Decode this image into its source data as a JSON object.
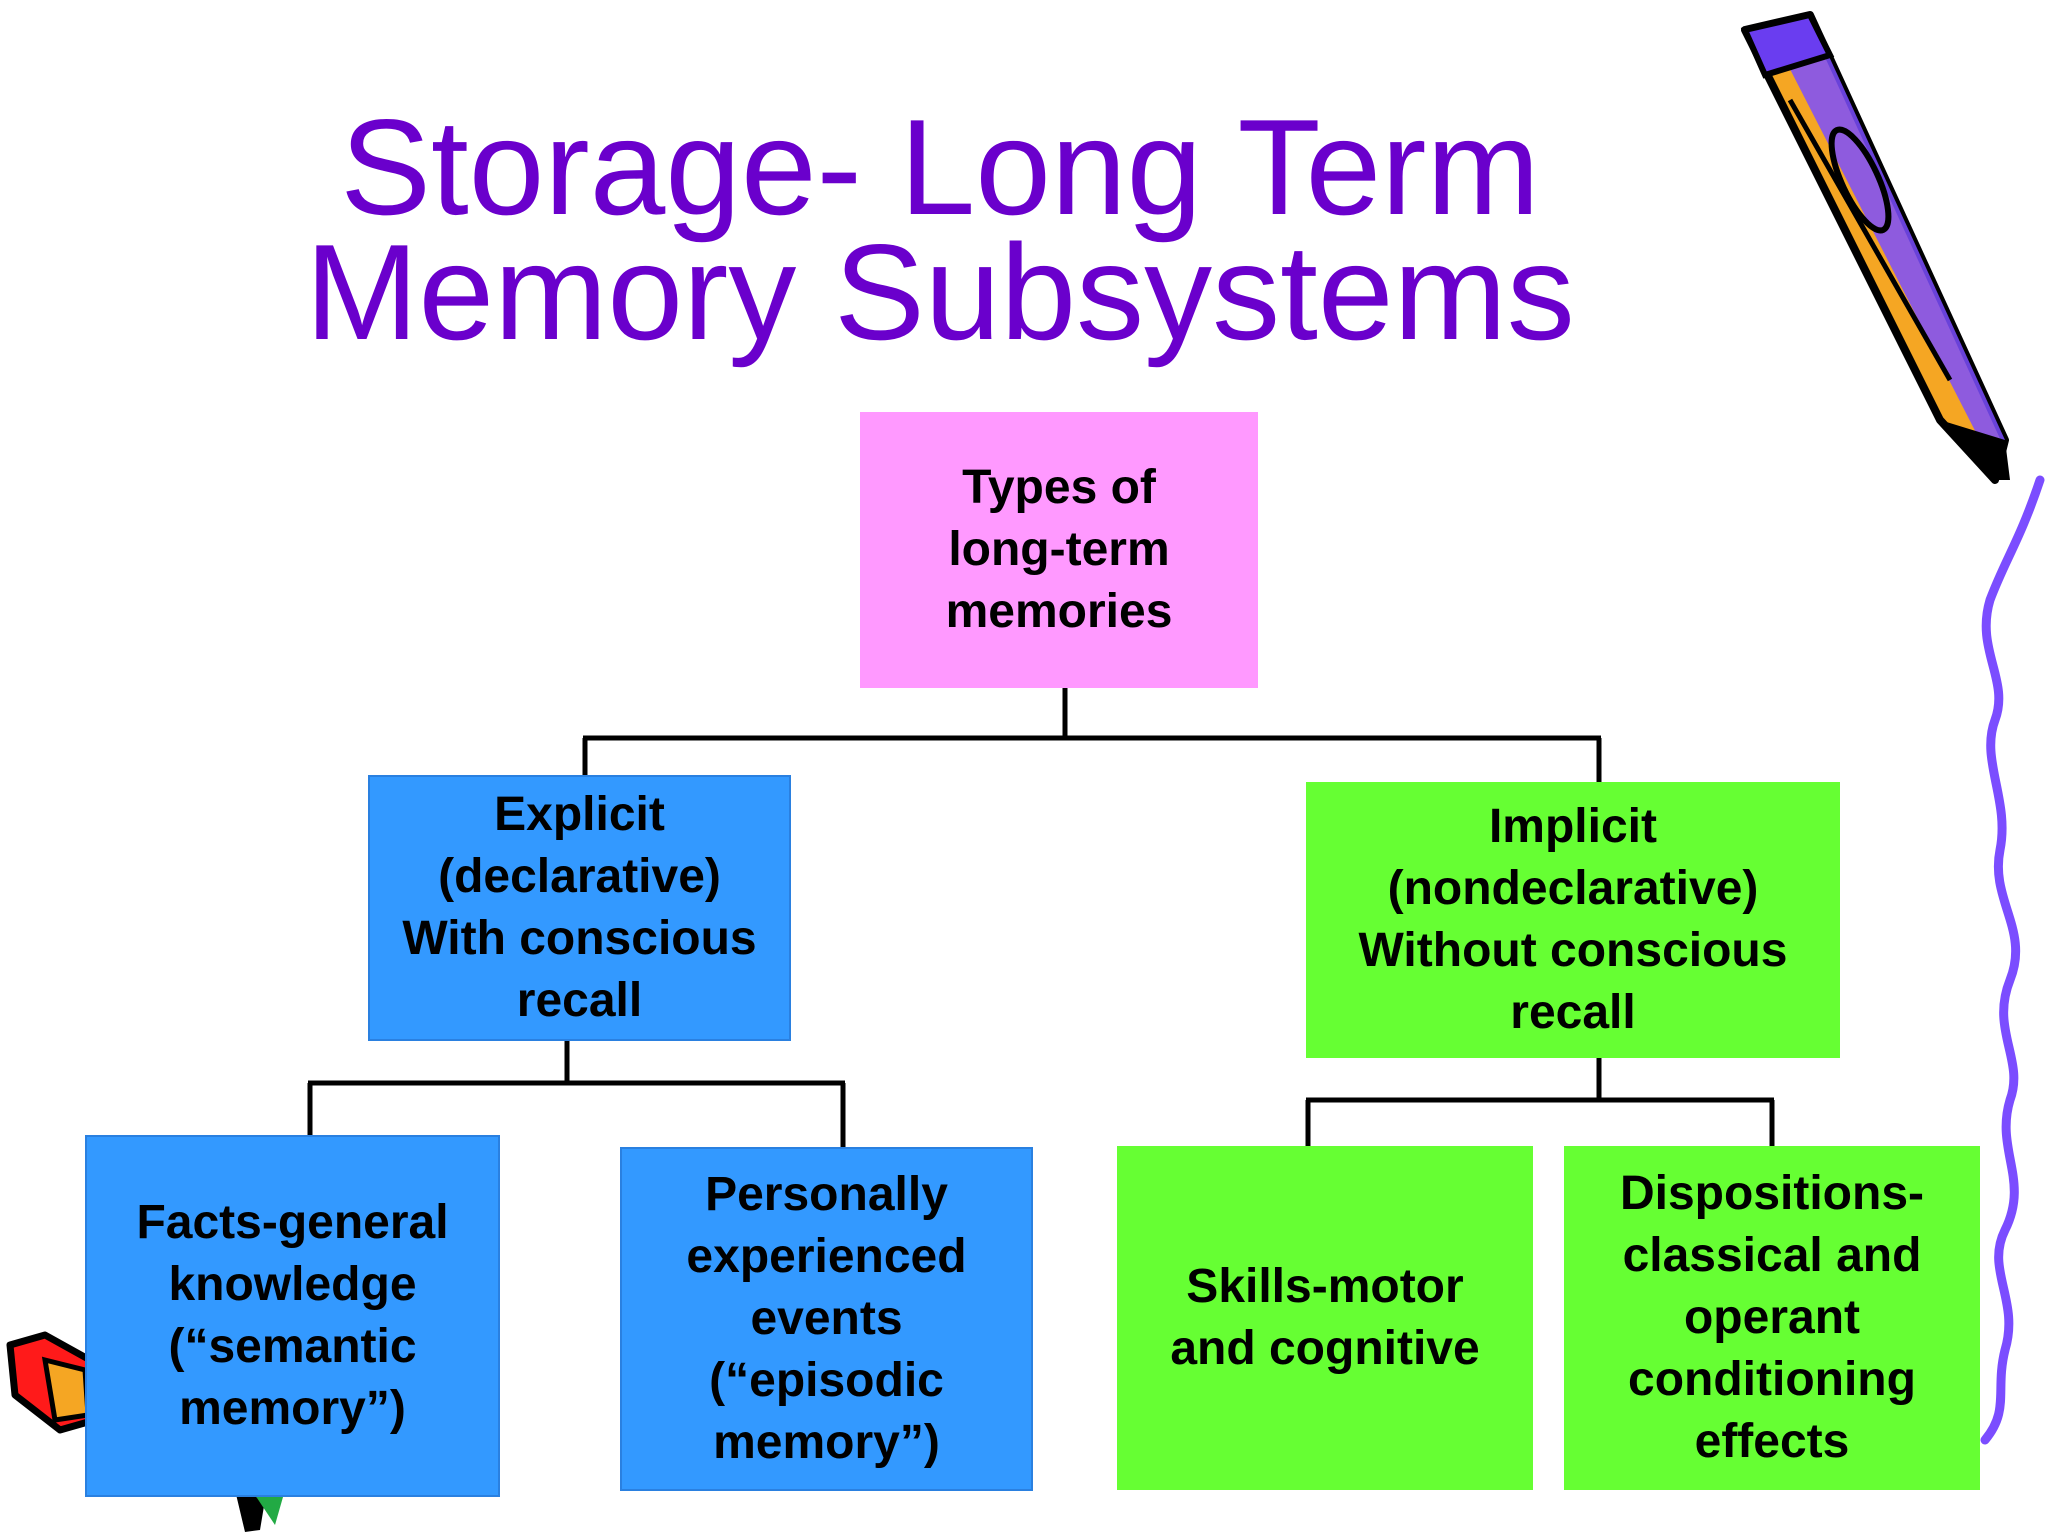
{
  "slide": {
    "title_line1": "Storage- Long Term",
    "title_line2": "Memory Subsystems"
  },
  "diagram": {
    "root": {
      "lines": [
        "Types of",
        "long-term",
        "memories"
      ]
    },
    "explicit": {
      "lines": [
        "Explicit",
        "(declarative)",
        "With conscious",
        "recall"
      ]
    },
    "implicit": {
      "lines": [
        "Implicit",
        "(nondeclarative)",
        "Without  conscious",
        "recall"
      ]
    },
    "semantic": {
      "lines": [
        "Facts-general",
        "knowledge",
        "(“semantic",
        "memory”)"
      ]
    },
    "episodic": {
      "lines": [
        "Personally",
        "experienced",
        "events",
        "(“episodic",
        "memory”)"
      ]
    },
    "skills": {
      "lines": [
        "Skills-motor",
        "and cognitive"
      ]
    },
    "dispositions": {
      "lines": [
        "Dispositions-",
        "classical and",
        "operant",
        "conditioning",
        "effects"
      ]
    }
  },
  "colors": {
    "title": "#6a00cc",
    "root_box": "#ff99ff",
    "explicit_boxes": "#3399ff",
    "implicit_boxes": "#66ff33",
    "connector": "#000000",
    "squiggle": "#7b4dff"
  },
  "decorations": {
    "top_right": "pencil-icon",
    "bottom_left": "pencil-icon",
    "right_edge": "squiggle-line"
  }
}
